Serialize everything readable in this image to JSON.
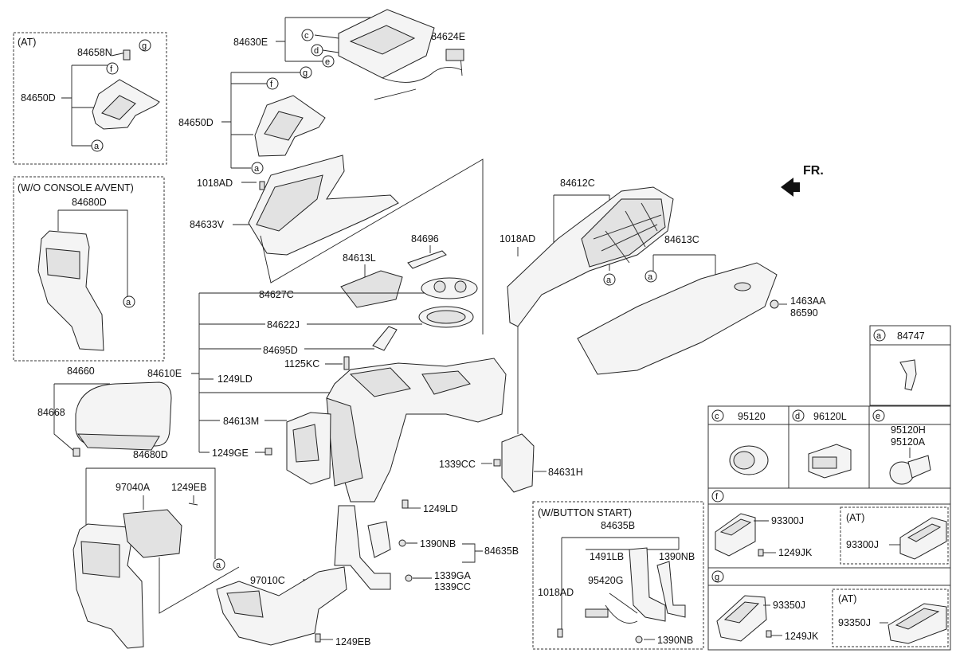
{
  "diagram": {
    "front_label": "FR.",
    "boxes": {
      "at_box_label": "(AT)",
      "wo_console_label": "(W/O CONSOLE A/VENT)",
      "button_start_label": "(W/BUTTON START)",
      "at_inner_f_label": "(AT)",
      "at_inner_g_label": "(AT)"
    },
    "parts": {
      "p84658N": "84658N",
      "p84650D_a": "84650D",
      "p84650D_b": "84650D",
      "p84680D_a": "84680D",
      "p84680D_b": "84680D",
      "p84660": "84660",
      "p84668": "84668",
      "p84630E": "84630E",
      "p84624E": "84624E",
      "p1018AD_a": "1018AD",
      "p1018AD_b": "1018AD",
      "p1018AD_c": "1018AD",
      "p84633V": "84633V",
      "p84612C": "84612C",
      "p84613C": "84613C",
      "p84696": "84696",
      "p84613L": "84613L",
      "p84627C": "84627C",
      "p84622J": "84622J",
      "p84695D": "84695D",
      "p1125KC": "1125KC",
      "p84610E": "84610E",
      "p1249LD_a": "1249LD",
      "p1249LD_b": "1249LD",
      "p84613M": "84613M",
      "p1249GE": "1249GE",
      "p1463AA": "1463AA",
      "p86590": "86590",
      "p1339CC_a": "1339CC",
      "p1339CC_b": "1339CC",
      "p84631H": "84631H",
      "p97040A": "97040A",
      "p1249EB_a": "1249EB",
      "p1249EB_b": "1249EB",
      "p1390NB_a": "1390NB",
      "p1390NB_b": "1390NB",
      "p1390NB_c": "1390NB",
      "p84635B_a": "84635B",
      "p84635B_b": "84635B",
      "p97010C": "97010C",
      "p1339GA": "1339GA",
      "p1491LB": "1491LB",
      "p95420G": "95420G"
    },
    "table": {
      "a_letter": "a",
      "a_part": "84747",
      "c_letter": "c",
      "c_part": "95120",
      "d_letter": "d",
      "d_part": "96120L",
      "e_letter": "e",
      "e_part_1": "95120H",
      "e_part_2": "95120A",
      "f_letter": "f",
      "f_part": "93300J",
      "f_part_at": "93300J",
      "f_screw": "1249JK",
      "g_letter": "g",
      "g_part": "93350J",
      "g_part_at": "93350J",
      "g_screw": "1249JK"
    },
    "refs": {
      "a": "a",
      "c": "c",
      "d": "d",
      "e": "e",
      "f": "f",
      "g": "g"
    }
  }
}
